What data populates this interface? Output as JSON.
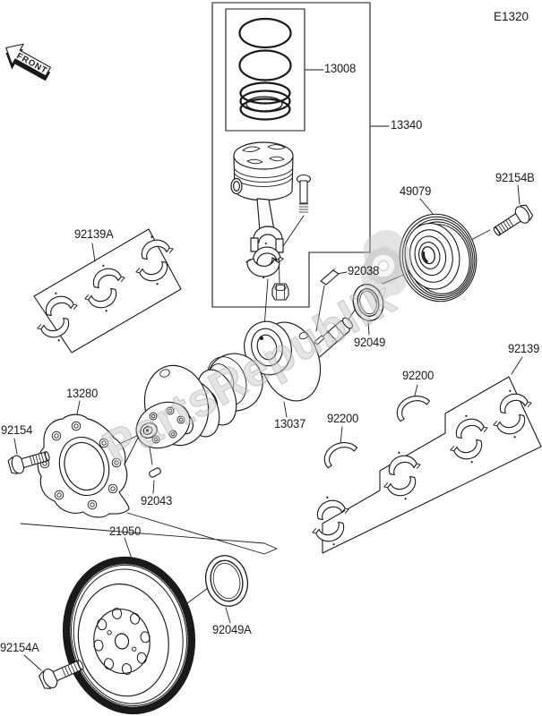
{
  "diagram": {
    "page_code": "E1320",
    "front_label": "FRONT",
    "watermark_text": "PartsRepublik",
    "line_color": "#1a1a1a",
    "watermark_color": "#b5b5b5",
    "callouts": {
      "ring_set_piston": "13008",
      "piston_comp": "13340",
      "bolt_pulley": "92154B",
      "pulley_crankshaft": "49079",
      "bearing_set_upper": "92139A",
      "key_woodruff": "92038",
      "oil_seal_front": "92049",
      "crankshaft_comp": "13037",
      "bearing_set_lower": "92139",
      "washer_thrust_right": "92200",
      "washer_thrust_left": "92200",
      "cover_seal": "13280",
      "bolt_cover": "92154",
      "pin_dowel": "92043",
      "flywheel": "21050",
      "oil_seal_rear": "92049A",
      "bolt_flywheel": "92154A"
    }
  }
}
